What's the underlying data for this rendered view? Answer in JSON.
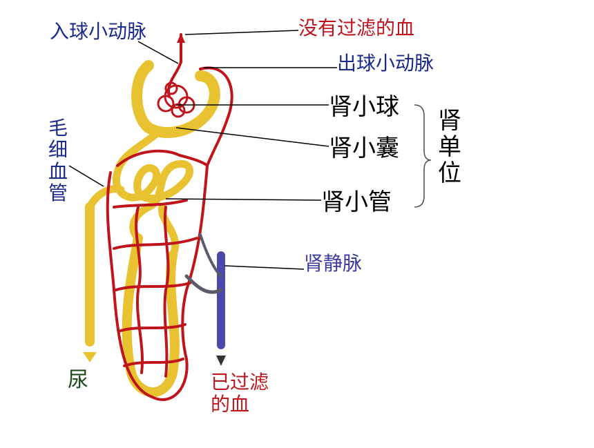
{
  "labels": {
    "afferent_arteriole": "入球小动脉",
    "unfiltered_blood": "没有过滤的血",
    "efferent_arteriole": "出球小动脉",
    "glomerulus": "肾小球",
    "bowman_capsule": "肾小囊",
    "renal_tubule": "肾小管",
    "nephron": "肾单位",
    "capillaries": "毛细血管",
    "renal_vein": "肾静脉",
    "urine": "尿",
    "filtered_blood": "已过滤的血"
  },
  "colors": {
    "artery_red": "#c0141c",
    "tubule_yellow": "#e8c230",
    "vein_purple": "#4a4aa8",
    "label_blue": "#1c2a8c",
    "label_green": "#1e4a1e"
  }
}
